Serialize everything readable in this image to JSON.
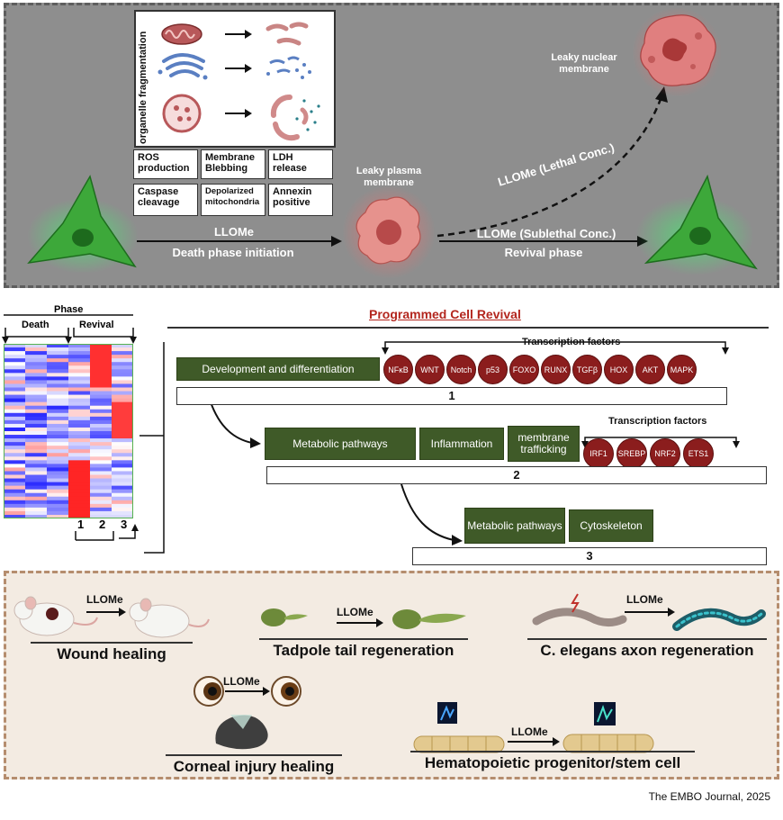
{
  "top": {
    "organelle_label": "organelle fragmentation",
    "markers": [
      [
        "ROS",
        "production"
      ],
      [
        "Membrane",
        "Blebbing"
      ],
      [
        "LDH",
        "release"
      ],
      [
        "Caspase",
        "cleavage"
      ],
      [
        "Depolarized",
        "mitochondria"
      ],
      [
        "Annexin",
        "positive"
      ]
    ],
    "llome": "LLOMe",
    "death_phase": "Death phase initiation",
    "leaky_plasma": [
      "Leaky plasma",
      "membrane"
    ],
    "leaky_nuclear": [
      "Leaky nuclear",
      "membrane"
    ],
    "lethal": "LLOMe (Lethal Conc.)",
    "sublethal": "LLOMe (Sublethal Conc.)",
    "revival_phase": "Revival phase"
  },
  "heatmap": {
    "phase": "Phase",
    "death": "Death",
    "revival": "Revival",
    "clusters": [
      "1",
      "2",
      "3"
    ]
  },
  "pcr": {
    "title": "Programmed Cell Revival",
    "tf_title": "Transcription factors",
    "stage1": {
      "label": "Development and differentiation",
      "tfs": [
        "NFκB",
        "WNT",
        "Notch",
        "p53",
        "FOXO",
        "RUNX",
        "TGFβ",
        "HOX",
        "AKT",
        "MAPK"
      ],
      "number": "1"
    },
    "stage2": {
      "boxes": [
        "Metabolic pathways",
        "Inflammation",
        "membrane trafficking"
      ],
      "tfs": [
        "IRF1",
        "SREBP",
        "NRF2",
        "ETS1"
      ],
      "number": "2"
    },
    "stage3": {
      "boxes": [
        "Metabolic pathways",
        "Cytoskeleton"
      ],
      "number": "3"
    }
  },
  "applications": {
    "llome": "LLOMe",
    "wound": "Wound healing",
    "tadpole": "Tadpole tail regeneration",
    "elegans": "C. elegans axon regeneration",
    "corneal": "Corneal injury healing",
    "hsc": "Hematopoietic progenitor/stem cell"
  },
  "credit": "The EMBO Journal, 2025",
  "colors": {
    "panel_gray": "#8e8e8e",
    "cell_green": "#3da83a",
    "dying_cell": "#d98a84",
    "stage_green": "#3f5a28",
    "tf_red": "#8b1d1d",
    "title_red": "#b3261e"
  }
}
